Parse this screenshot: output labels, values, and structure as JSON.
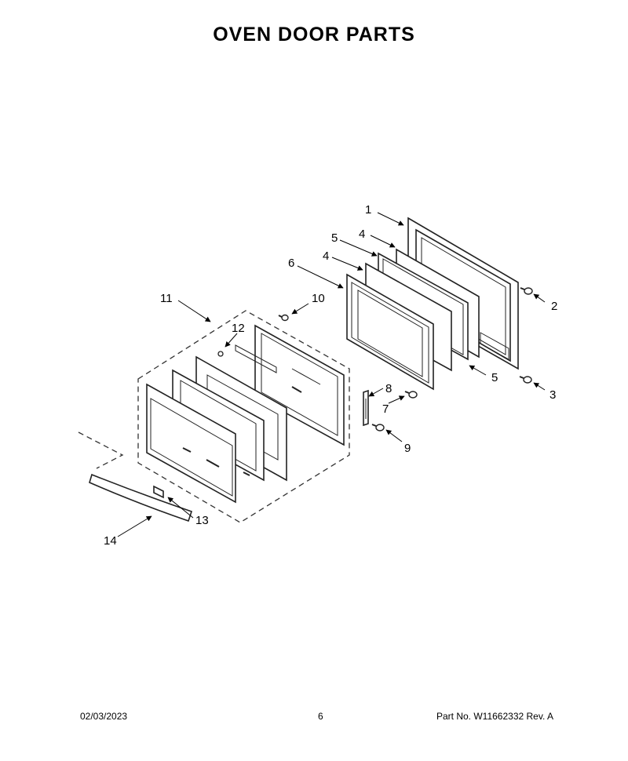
{
  "title": "OVEN DOOR PARTS",
  "callouts": {
    "c1": "1",
    "c2": "2",
    "c3": "3",
    "c4a": "4",
    "c4b": "4",
    "c5a": "5",
    "c5b": "5",
    "c6": "6",
    "c7": "7",
    "c8": "8",
    "c9": "9",
    "c10": "10",
    "c11": "11",
    "c12": "12",
    "c13": "13",
    "c14": "14"
  },
  "footer": {
    "date": "02/03/2023",
    "page": "6",
    "part_no": "Part No.  W11662332  Rev.  A"
  }
}
